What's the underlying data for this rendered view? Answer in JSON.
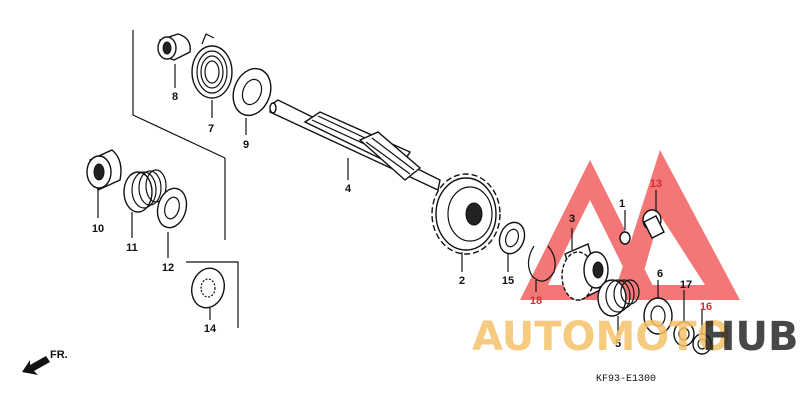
{
  "diagram": {
    "callouts": [
      {
        "id": "p1",
        "label": "1"
      },
      {
        "id": "p2",
        "label": "2"
      },
      {
        "id": "p3",
        "label": "3"
      },
      {
        "id": "p4",
        "label": "4"
      },
      {
        "id": "p5",
        "label": "5"
      },
      {
        "id": "p6",
        "label": "6"
      },
      {
        "id": "p7",
        "label": "7"
      },
      {
        "id": "p8",
        "label": "8"
      },
      {
        "id": "p9",
        "label": "9"
      },
      {
        "id": "p10",
        "label": "10"
      },
      {
        "id": "p11",
        "label": "11"
      },
      {
        "id": "p12",
        "label": "12"
      },
      {
        "id": "p13",
        "label": "13"
      },
      {
        "id": "p14",
        "label": "14"
      },
      {
        "id": "p15",
        "label": "15"
      },
      {
        "id": "p16",
        "label": "16"
      },
      {
        "id": "p17",
        "label": "17"
      },
      {
        "id": "p18",
        "label": "18"
      }
    ],
    "direction_label": "FR.",
    "drawing_code": "KF93-E1300"
  },
  "watermark": {
    "text_a": "AUTOMOTO",
    "text_b": "HUB",
    "color_a": "#f5c26b",
    "color_b": "#1a1a1a",
    "triangle_color": "#ef4a4a"
  }
}
